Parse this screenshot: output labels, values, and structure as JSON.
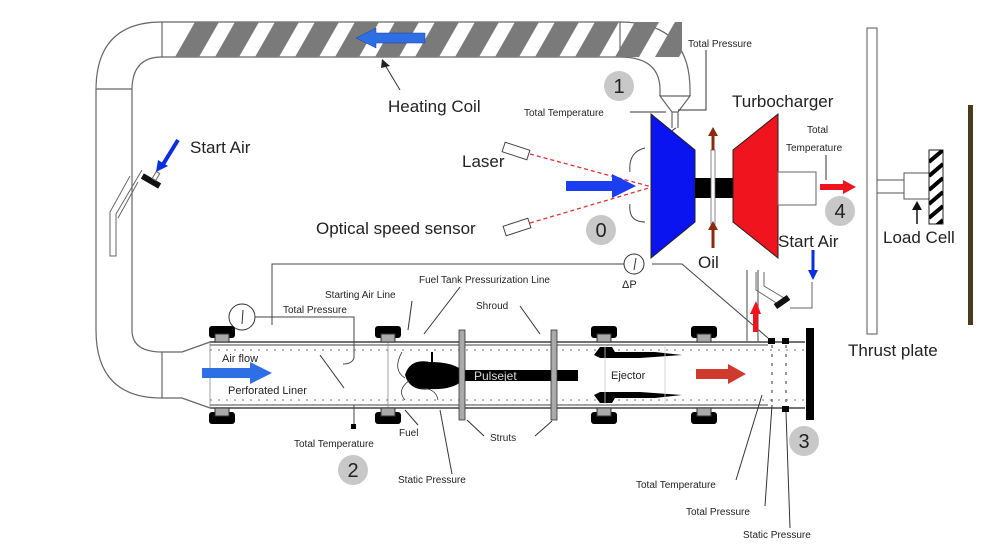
{
  "diagram": {
    "title": "Pulsejet-driven turbocharger test rig schematic",
    "colors": {
      "compressor": "#0a14f0",
      "turbine": "#f0141e",
      "air_arrow": "#2f6fe6",
      "exhaust_arrow": "#d03a2c",
      "oil_arrow": "#8b2a10",
      "station_badge": "#c8c8c8",
      "heating_coil_hatch": "#7a7a7a",
      "laser_beam": "#e03030"
    },
    "labels": {
      "heating_coil": "Heating Coil",
      "start_air_left": "Start Air",
      "start_air_right": "Start Air",
      "laser": "Laser",
      "optical_speed_sensor": "Optical speed sensor",
      "turbocharger": "Turbocharger",
      "oil": "Oil",
      "delta_p": "ΔP",
      "load_cell": "Load Cell",
      "thrust_plate": "Thrust plate",
      "total_pressure_top": "Total Pressure",
      "total_temperature_1": "Total Temperature",
      "total_temperature_4_line1": "Total",
      "total_temperature_4_line2": "Temperature",
      "fuel_tank_pressurization_line": "Fuel Tank Pressurization Line",
      "starting_air_line": "Starting Air Line",
      "total_pressure_2": "Total Pressure",
      "shroud": "Shroud",
      "air_flow": "Air flow",
      "perforated_liner": "Perforated Liner",
      "pulsejet": "Pulsejet",
      "ejector": "Ejector",
      "fuel": "Fuel",
      "struts": "Struts",
      "total_temperature_2": "Total Temperature",
      "static_pressure_2": "Static Pressure",
      "total_temperature_3": "Total Temperature",
      "total_pressure_3": "Total Pressure",
      "static_pressure_3": "Static Pressure"
    },
    "stations": [
      "0",
      "1",
      "2",
      "3",
      "4"
    ]
  }
}
